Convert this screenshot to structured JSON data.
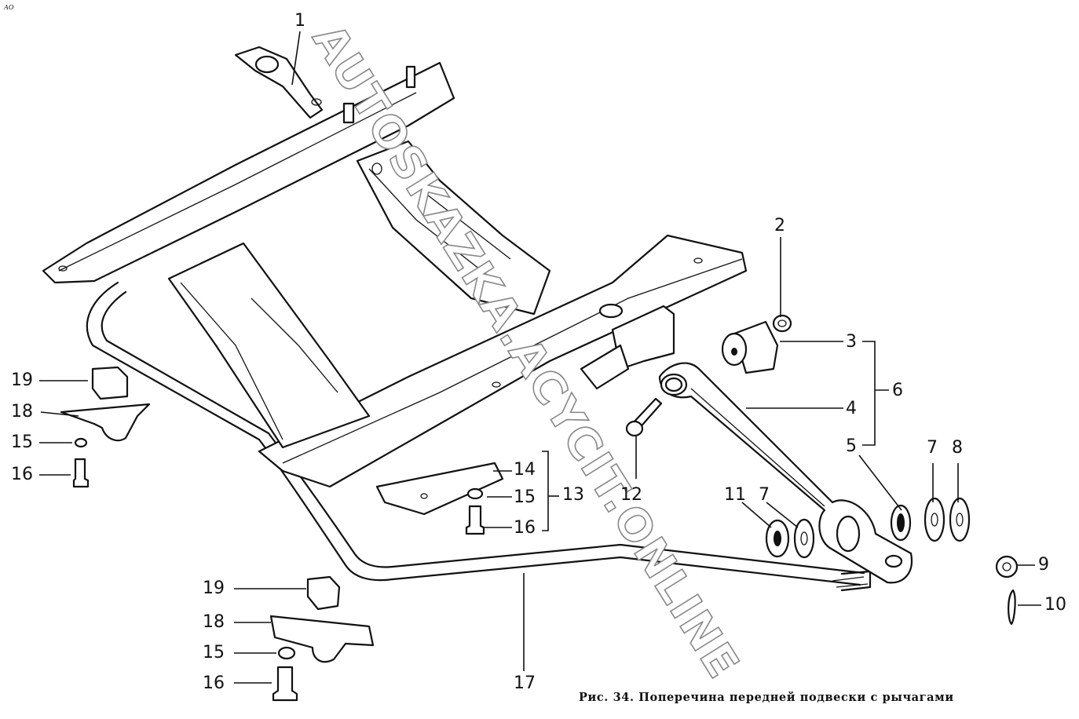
{
  "corner_mark": "АО",
  "caption": "Рис. 34. Поперечина передней подвески с рычагами",
  "watermark": "AUTOSKAZKA.ACYCIT.ONLINE",
  "callouts": {
    "c1": "1",
    "c2": "2",
    "c3": "3",
    "c4": "4",
    "c5": "5",
    "c6": "6",
    "c7a": "7",
    "c7b": "7",
    "c8": "8",
    "c9": "9",
    "c10": "10",
    "c11": "11",
    "c12": "12",
    "c13": "13",
    "c14": "14",
    "c15a": "15",
    "c15b": "15",
    "c15c": "15",
    "c16a": "16",
    "c16b": "16",
    "c16c": "16",
    "c17": "17",
    "c18a": "18",
    "c18b": "18",
    "c19a": "19",
    "c19b": "19"
  },
  "parts": [
    {
      "id": "1",
      "role": "crossmember-bracket"
    },
    {
      "id": "2",
      "role": "nut"
    },
    {
      "id": "3",
      "role": "bushing"
    },
    {
      "id": "4",
      "role": "lower-arm"
    },
    {
      "id": "5",
      "role": "bushing"
    },
    {
      "id": "6",
      "role": "lower-arm-assembly"
    },
    {
      "id": "7",
      "role": "washer"
    },
    {
      "id": "8",
      "role": "washer"
    },
    {
      "id": "9",
      "role": "castle-nut"
    },
    {
      "id": "10",
      "role": "cotter-pin"
    },
    {
      "id": "11",
      "role": "bushing"
    },
    {
      "id": "12",
      "role": "bolt"
    },
    {
      "id": "13",
      "role": "mount-assembly"
    },
    {
      "id": "14",
      "role": "plate"
    },
    {
      "id": "15",
      "role": "washer"
    },
    {
      "id": "16",
      "role": "bolt"
    },
    {
      "id": "17",
      "role": "stabilizer-bar"
    },
    {
      "id": "18",
      "role": "clamp"
    },
    {
      "id": "19",
      "role": "cushion"
    }
  ]
}
